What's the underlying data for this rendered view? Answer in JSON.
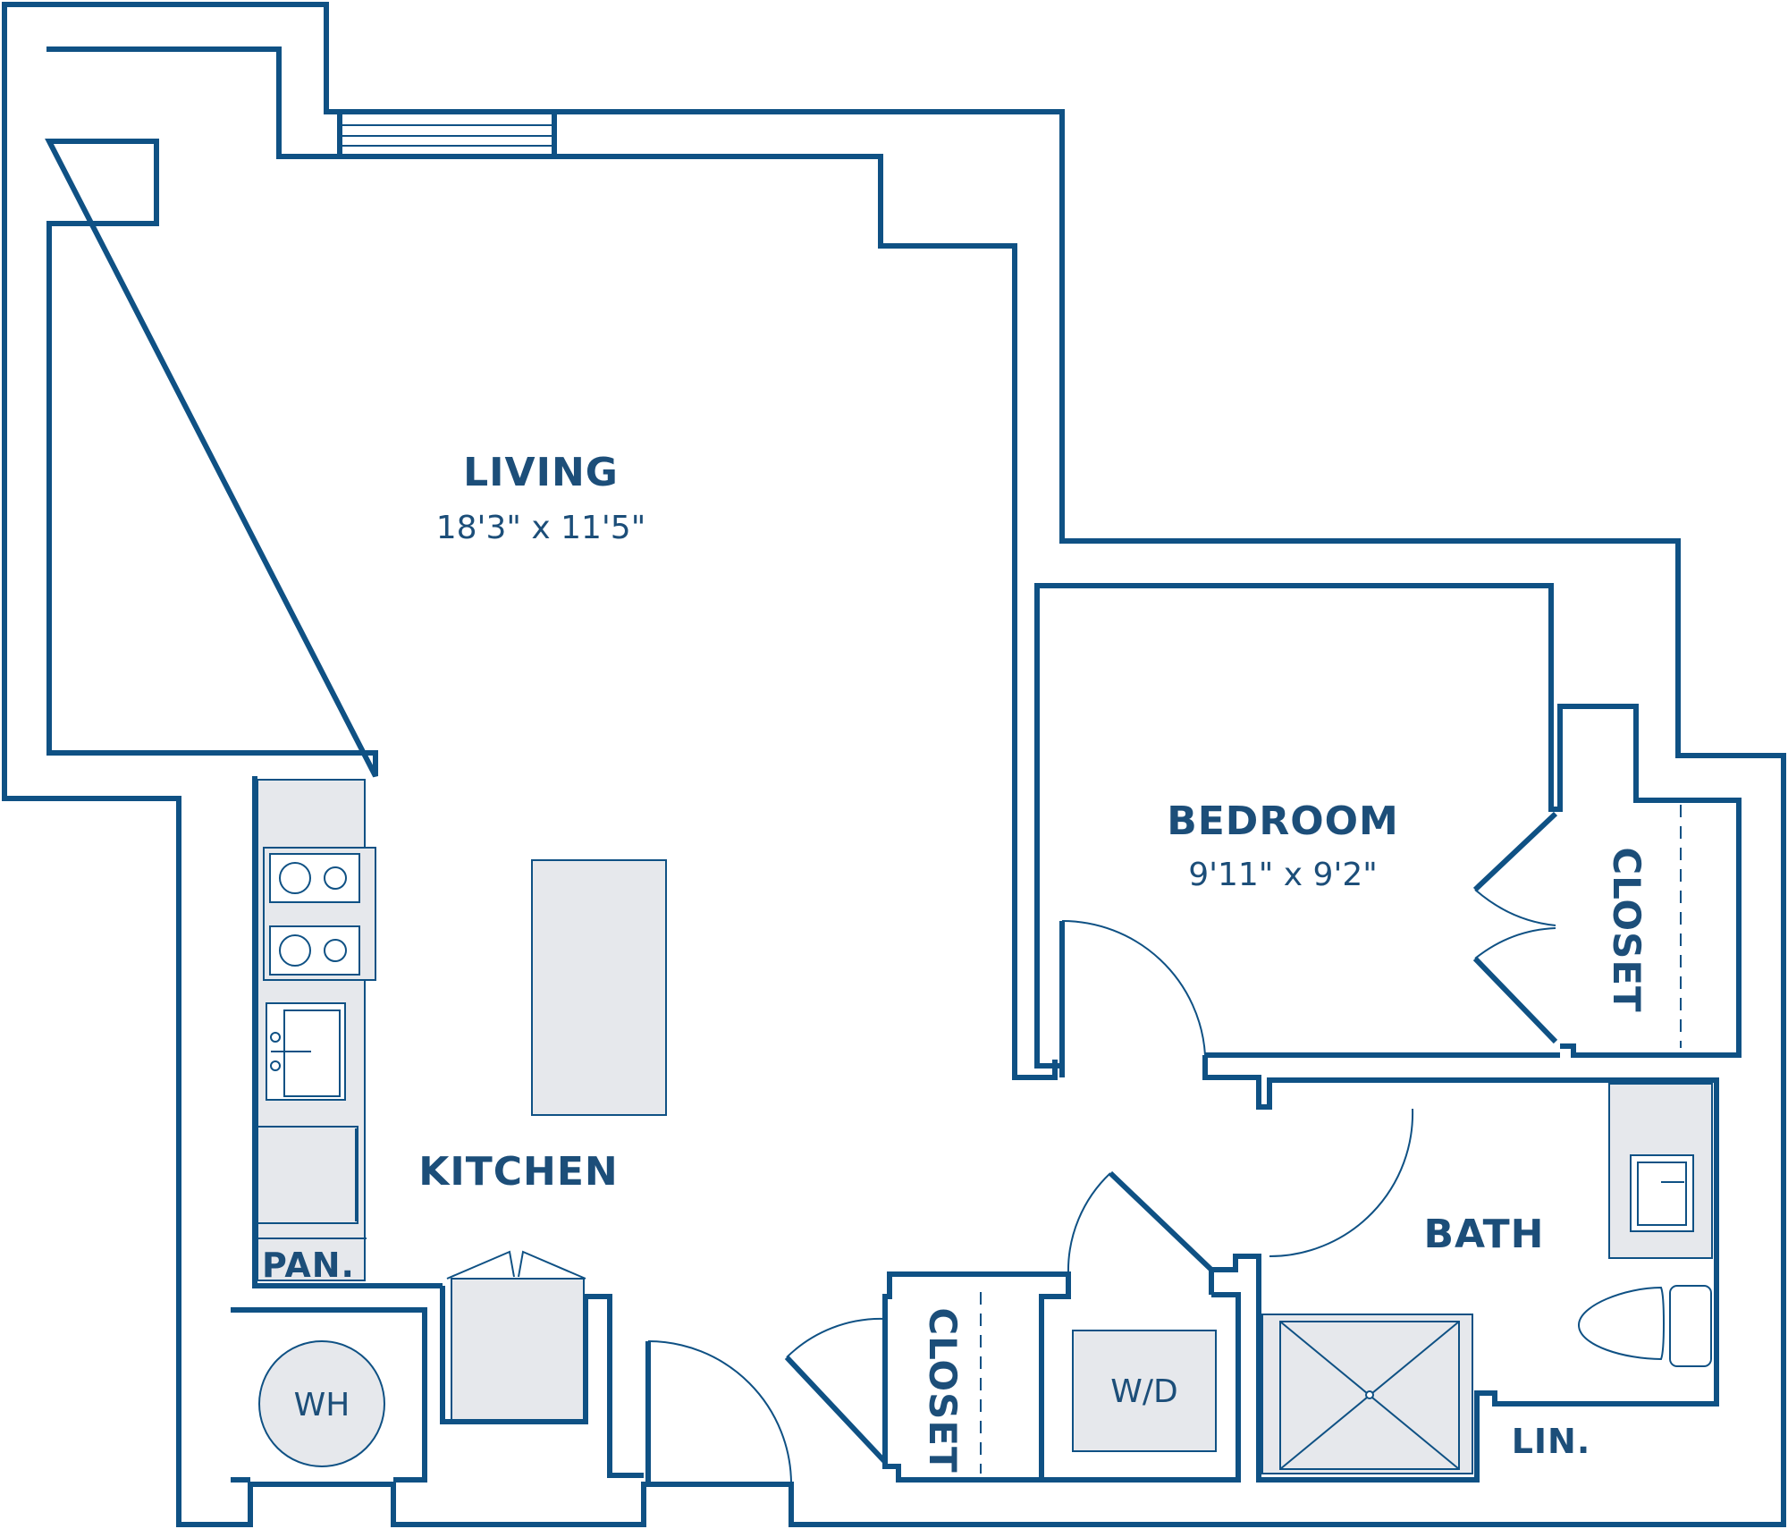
{
  "colors": {
    "wall": "#0f5184",
    "text": "#1c4e79",
    "fixture_fill": "#e6e8ec",
    "background": "#ffffff"
  },
  "rooms": {
    "living": {
      "name": "LIVING",
      "dimensions": "18'3\" x 11'5\""
    },
    "bedroom": {
      "name": "BEDROOM",
      "dimensions": "9'11\" x 9'2\""
    },
    "kitchen": {
      "name": "KITCHEN"
    },
    "bath": {
      "name": "BATH"
    },
    "bedroom_closet": {
      "name": "CLOSET"
    },
    "hall_closet": {
      "name": "CLOSET"
    },
    "pantry": {
      "name": "PAN."
    },
    "linen": {
      "name": "LIN."
    }
  },
  "fixtures": {
    "water_heater": "WH",
    "washer_dryer": "W/D"
  }
}
